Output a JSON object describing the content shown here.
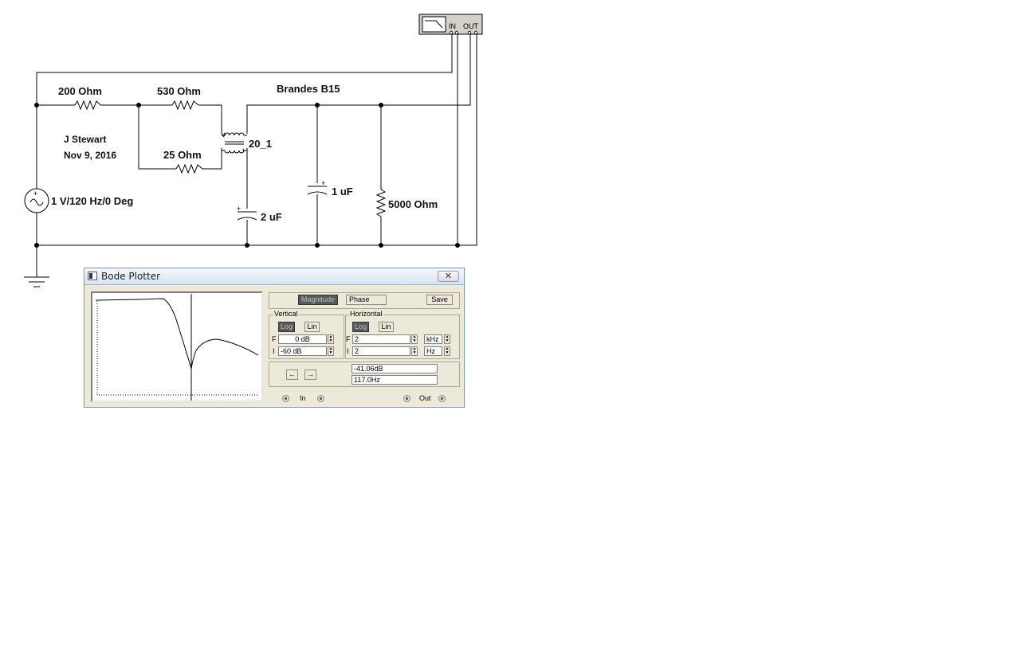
{
  "schematic": {
    "r1_label": "200  Ohm",
    "r2_label": "530  Ohm",
    "r3_label": "25  Ohm",
    "circuit_title": "Brandes B15",
    "author": "J Stewart",
    "date": "Nov 9, 2016",
    "source_label": "1 V/120 Hz/0 Deg",
    "transformer_label": "20_1",
    "c1_label": "2 uF",
    "c2_label": "1 uF",
    "load_label": "5000  Ohm",
    "bode_in_label": "IN",
    "bode_out_label": "OUT"
  },
  "bode": {
    "title": "Bode Plotter",
    "close_glyph": "✕",
    "magnitude_label": "Magnitude",
    "phase_label": "Phase",
    "save_label": "Save",
    "vertical_label": "Vertical",
    "horizontal_label": "Horizontal",
    "log_label": "Log",
    "lin_label": "Lin",
    "f_label": "F",
    "i_label": "I",
    "v_final": "0 dB",
    "v_initial": "-60 dB",
    "h_final": "2",
    "h_initial": "2",
    "h_final_unit": "kHz",
    "h_initial_unit": "Hz",
    "left_arrow": "←",
    "right_arrow": "→",
    "readout_mag": "-41.06dB",
    "readout_freq": "117.0Hz",
    "in_label": "In",
    "out_label": "Out"
  },
  "colors": {
    "wire": "#000000",
    "window_bg": "#ece9d8",
    "pressed_btn": "#595959"
  }
}
